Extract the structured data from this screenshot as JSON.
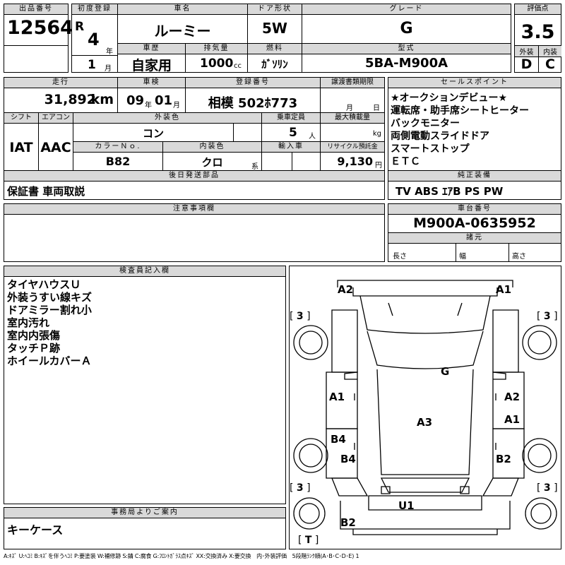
{
  "lot": {
    "label": "出品番号",
    "value": "12564"
  },
  "first_reg": {
    "label": "初度登録",
    "era": "R",
    "year": "4",
    "year_unit": "年",
    "month": "1",
    "month_unit": "月"
  },
  "car_name": {
    "label": "車名",
    "value": "ルーミー"
  },
  "door": {
    "label": "ドア形状",
    "value": "5W"
  },
  "grade": {
    "label": "グレード",
    "value": "G"
  },
  "score": {
    "label": "評価点",
    "value": "3.5",
    "ext_label": "外装",
    "int_label": "内装",
    "ext": "D",
    "int": "C"
  },
  "history": {
    "label": "車歴",
    "value": "自家用"
  },
  "displacement": {
    "label": "排気量",
    "value": "1000",
    "unit": "cc"
  },
  "fuel": {
    "label": "燃料",
    "value": "ｶﾞｿﾘﾝ"
  },
  "model": {
    "label": "型式",
    "value": "5BA-M900A"
  },
  "mileage": {
    "label": "走行",
    "value": "31,892",
    "unit": "km"
  },
  "inspection": {
    "label": "車検",
    "year": "09",
    "year_unit": "年",
    "month": "01",
    "month_unit": "月"
  },
  "plate": {
    "label": "登録番号",
    "value": "相模 502ﾎ773"
  },
  "transfer": {
    "label": "譲渡書類期限",
    "month_unit": "月",
    "day_unit": "日"
  },
  "sales_points": {
    "label": "セールスポイント",
    "items": [
      "★オークションデビュー★",
      "運転席・助手席シートヒーター",
      "バックモニター",
      "両側電動スライドドア",
      "スマートストップ",
      "ＥＴＣ"
    ]
  },
  "shift": {
    "label": "シフト",
    "value": "IAT"
  },
  "ac": {
    "label": "エアコン",
    "value": "AAC"
  },
  "exterior_color": {
    "label": "外装色",
    "value": "コン"
  },
  "capacity": {
    "label": "乗車定員",
    "value": "5",
    "unit": "人"
  },
  "max_load": {
    "label": "最大積載量",
    "unit": "kg"
  },
  "color_no": {
    "label": "カラーＮｏ.",
    "value": "B82"
  },
  "interior_color": {
    "label": "内装色",
    "value": "クロ",
    "unit": "系"
  },
  "import": {
    "label": "輸入車"
  },
  "recycle": {
    "label": "リサイクル預託金",
    "value": "9,130",
    "unit": "円"
  },
  "later_parts": {
    "label": "後日発送部品",
    "value": "保証書 車両取説"
  },
  "genuine": {
    "label": "純正装備",
    "value": "TV ABS ｴｱB PS PW"
  },
  "notes": {
    "label": "注意事項欄"
  },
  "chassis": {
    "label": "車台番号",
    "value": "M900A-0635952"
  },
  "dims": {
    "label": "諸元",
    "length": "長さ",
    "width": "幅",
    "height": "高さ"
  },
  "inspector": {
    "label": "検査員記入欄",
    "items": [
      "タイヤハウスＵ",
      "外装うすい線キズ",
      "ドアミラー割れ小",
      "室内汚れ",
      "室内内張傷",
      "タッチＰ跡",
      "ホイールカバーＡ"
    ]
  },
  "office": {
    "label": "事務局よりご案内",
    "value": "キーケース"
  },
  "diagram": {
    "marks": [
      "A2",
      "A1",
      "G",
      "A1",
      "A2",
      "A1",
      "A3",
      "B4",
      "B4",
      "B2",
      "U1",
      "B2"
    ],
    "tires": [
      "3",
      "3",
      "3",
      "3",
      "T"
    ]
  },
  "legend": "A:ｷｽﾞ U:ﾍｺﾐ B:ｷｽﾞを伴うﾍｺﾐ P:要塗装 W:補修跡 S:錆 C:腐食 G:ﾌﾛﾝﾄｶﾞﾗｽ点ｷｽﾞ XX:交換済み X:要交換　内･外装評価　5段階ﾗﾝｸ順(A･B･C･D･E) 1"
}
